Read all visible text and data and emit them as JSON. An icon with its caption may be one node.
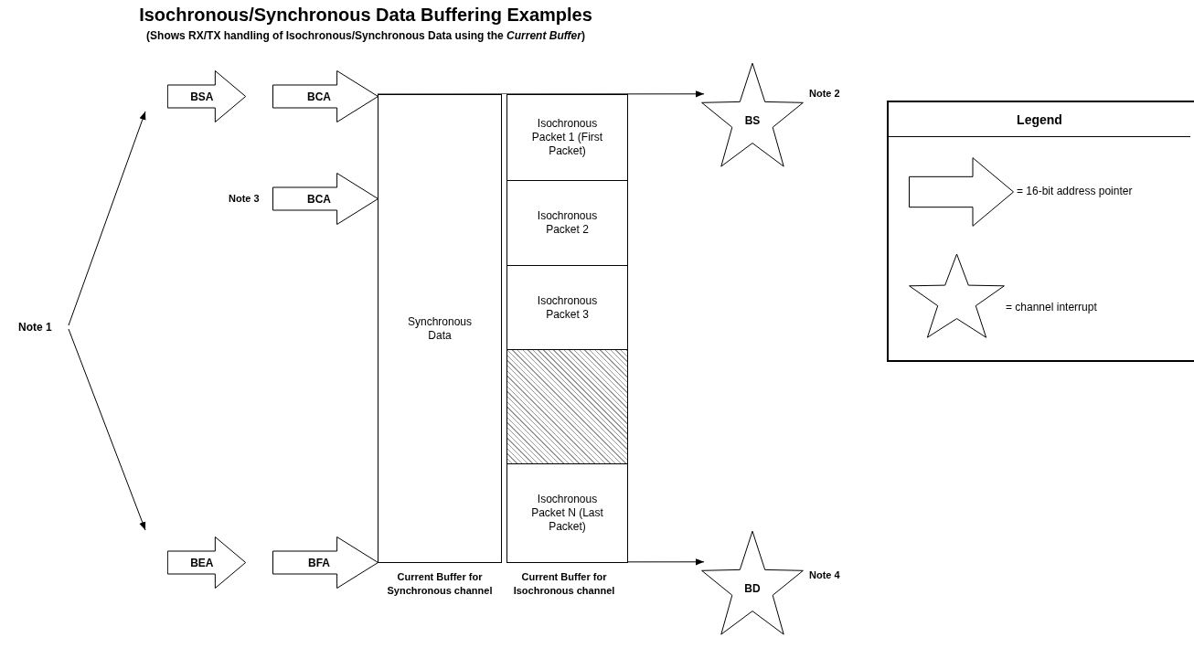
{
  "diagram": {
    "title": "Isochronous/Synchronous Data Buffering Examples",
    "caption": "(Shows RX/TX handling of Isochronous/Synchronous Data using the *Current Buffer*)",
    "nodes": [
      {
        "text": [
          "Note 1"
        ]
      },
      {
        "text": [
          "BSA"
        ]
      },
      {
        "text": [
          "BCA"
        ]
      },
      {
        "text": [
          "BCA"
        ],
        "beside": [
          "Note 3"
        ]
      },
      {
        "text": [
          "BEA"
        ]
      },
      {
        "text": [
          "BFA"
        ]
      },
      {
        "text": [
          "Synchronous Data"
        ],
        "beside": [
          "Current Buffer for Synchronous channel"
        ]
      },
      {
        "text": [],
        "shape": "box",
        "beside": [
          "Current Buffer for Isochronous channel"
        ]
      },
      {
        "text": [
          "Isochronous Packet 1 (First Packet)"
        ],
        "in": 7
      },
      {
        "text": [
          "Isochronous Packet 2"
        ],
        "in": 7
      },
      {
        "text": [
          "Isochronous Packet 3"
        ],
        "in": 7
      },
      {
        "text": [],
        "shape": "box",
        "in": 7
      },
      {
        "text": [
          "Isochronous Packet N (Last Packet)"
        ],
        "in": 7
      },
      {
        "text": [
          "BS"
        ],
        "beside": [
          "Note 2"
        ]
      },
      {
        "text": [
          "BD"
        ],
        "beside": [
          "Note 4"
        ]
      }
    ],
    "edges": [
      {
        "from": 0,
        "to": 1,
        "arrow": "to"
      },
      {
        "from": 0,
        "to": 4,
        "arrow": "to"
      },
      {
        "from": 6,
        "to": 13,
        "arrow": "to"
      },
      {
        "from": 6,
        "to": 14,
        "arrow": "to"
      }
    ],
    "labels": [
      "Legend"
    ],
    "legend": [
      {
        "text": "= 16-bit address pointer"
      },
      {
        "text": "= channel interrupt"
      }
    ]
  }
}
